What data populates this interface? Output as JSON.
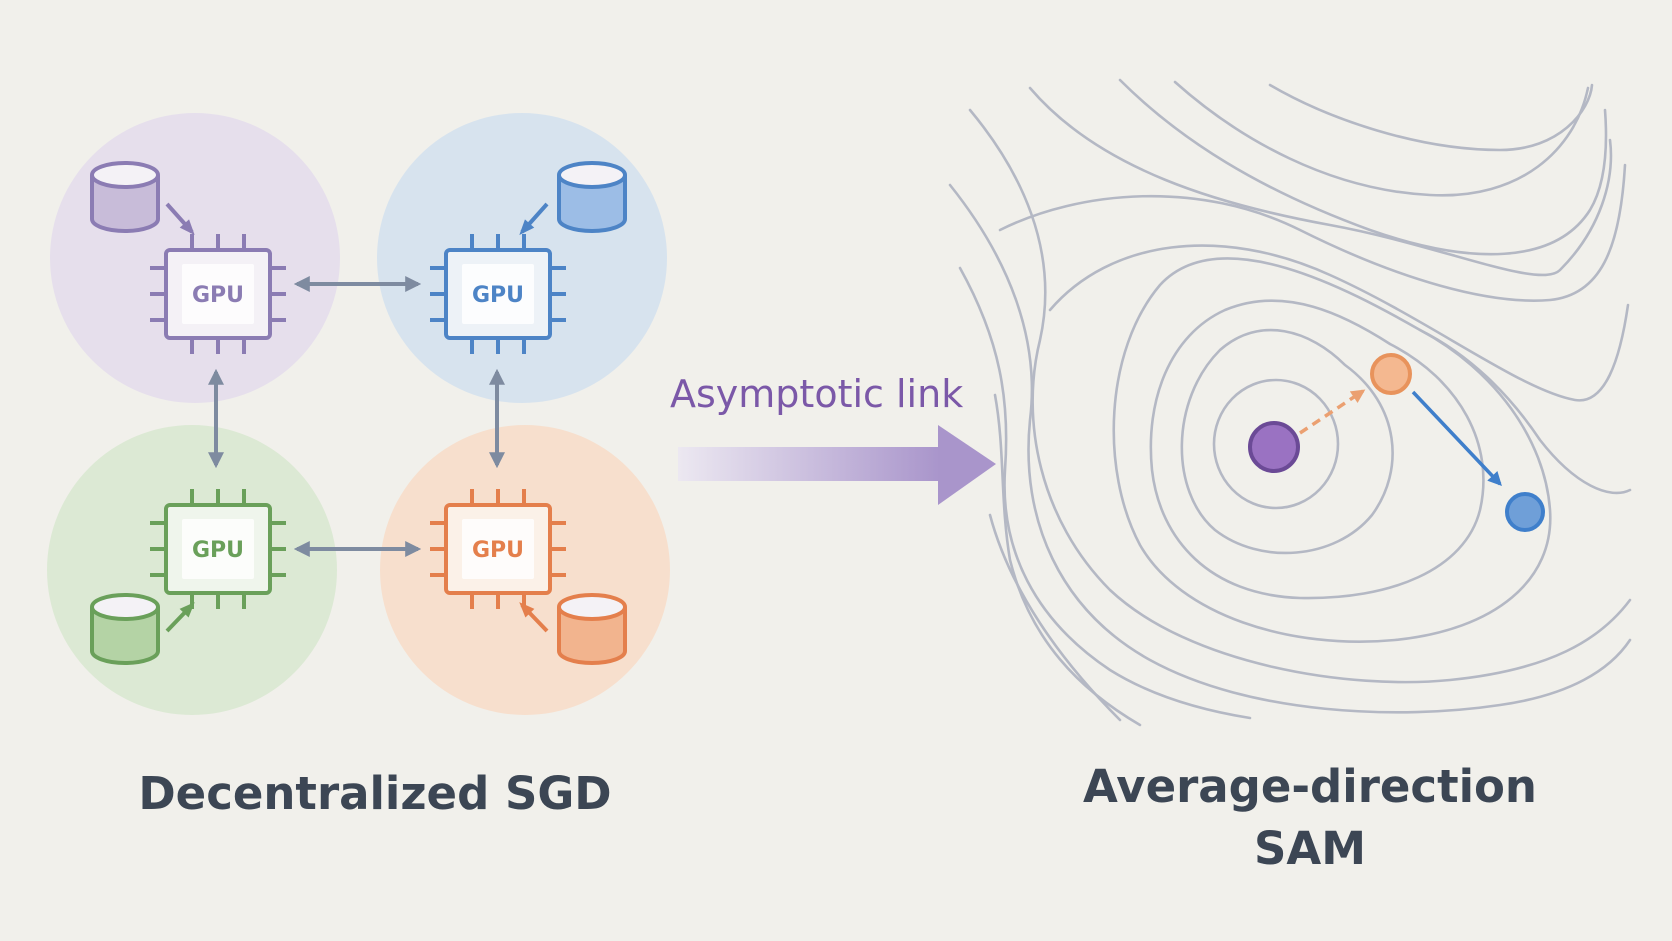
{
  "left_panel": {
    "title": "Decentralized SGD",
    "nodes": [
      {
        "label": "GPU",
        "color": "#8b7cb3",
        "fill": "#e6dfec",
        "db_fill": "#c8bcd9"
      },
      {
        "label": "GPU",
        "color": "#4d84c6",
        "fill": "#d7e3ee",
        "db_fill": "#9cbde6"
      },
      {
        "label": "GPU",
        "color": "#6aa05a",
        "fill": "#dce9d4",
        "db_fill": "#b4d3a5"
      },
      {
        "label": "GPU",
        "color": "#e47f4c",
        "fill": "#f7dfcd",
        "db_fill": "#f2b48e"
      }
    ]
  },
  "link": {
    "label": "Asymptotic link",
    "color": "#7b58a8",
    "arrow_color": "#a995cb"
  },
  "right_panel": {
    "title_line1": "Average-direction",
    "title_line2": "SAM",
    "points": [
      {
        "role": "start",
        "color": "#9a72c2"
      },
      {
        "role": "perturbed",
        "color": "#f4b890"
      },
      {
        "role": "update",
        "color": "#6f9fd8"
      }
    ]
  },
  "colors": {
    "background": "#f1f0eb",
    "contour": "#b4b8c4",
    "link_arrow": "#7e8ba0",
    "text": "#3c4654"
  }
}
